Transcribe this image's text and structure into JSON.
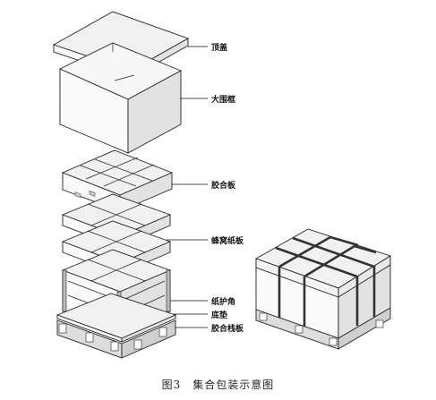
{
  "labels": {
    "top_cover": "顶盖",
    "large_frame": "大围框",
    "composite_board": "胶合板",
    "honeycomb_board": "蜂窝纸板",
    "paper_corner": "纸护角",
    "base_pad": "底垫",
    "composite_pallet": "胶合栈板"
  },
  "caption": "图3　集合包装示意图"
}
